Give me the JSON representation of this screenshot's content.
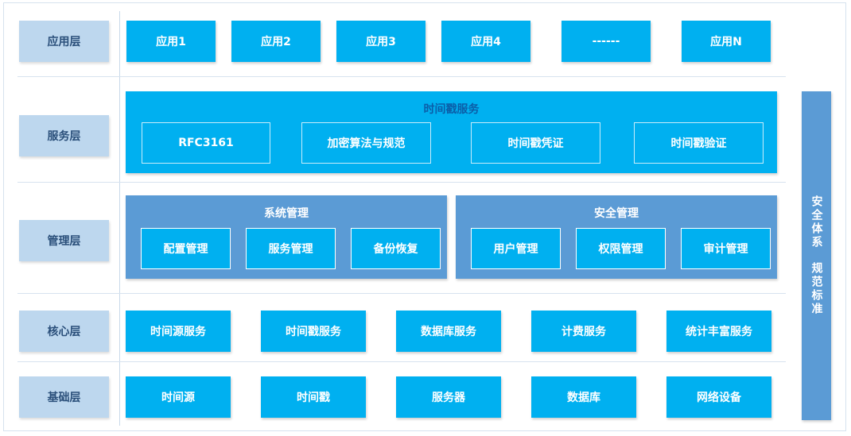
{
  "layers": {
    "app": "应用层",
    "service": "服务层",
    "mgmt": "管理层",
    "core": "核心层",
    "base": "基础层"
  },
  "app_items": [
    "应用1",
    "应用2",
    "应用3",
    "应用4",
    "------",
    "应用N"
  ],
  "service": {
    "title": "时间戳服务",
    "items": [
      "RFC3161",
      "加密算法与规范",
      "时间戳凭证",
      "时间戳验证"
    ]
  },
  "mgmt": {
    "system": {
      "title": "系统管理",
      "items": [
        "配置管理",
        "服务管理",
        "备份恢复"
      ]
    },
    "security": {
      "title": "安全管理",
      "items": [
        "用户管理",
        "权限管理",
        "审计管理"
      ]
    }
  },
  "core_items": [
    "时间源服务",
    "时间戳服务",
    "数据库服务",
    "计费服务",
    "统计丰富服务"
  ],
  "base_items": [
    "时间源",
    "时间戳",
    "服务器",
    "数据库",
    "网络设备"
  ],
  "side": {
    "line1": "安全体系",
    "line2": "规范标准"
  },
  "colors": {
    "accent": "#00b0f0",
    "mgmt_panel": "#5b9bd5",
    "label_bg": "#bdd7ee",
    "label_text": "#2a4f7a"
  }
}
